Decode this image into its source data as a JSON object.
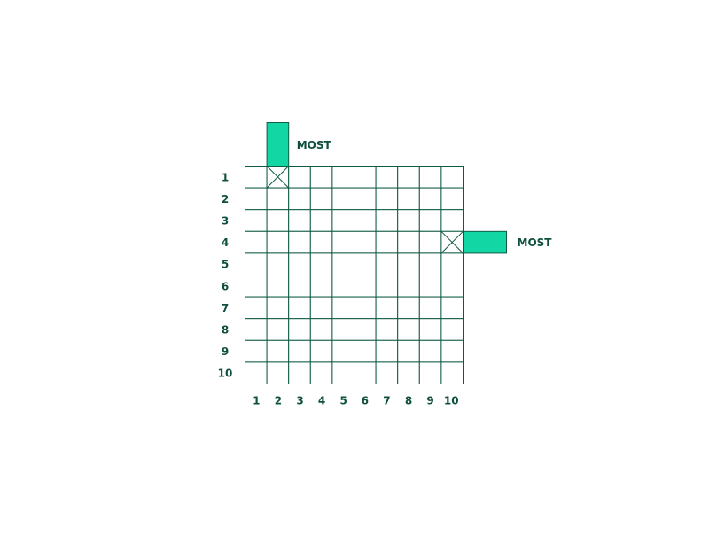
{
  "grid": {
    "rows": 10,
    "cols": 10,
    "row_labels": [
      "1",
      "2",
      "3",
      "4",
      "5",
      "6",
      "7",
      "8",
      "9",
      "10"
    ],
    "col_labels": [
      "1",
      "2",
      "3",
      "4",
      "5",
      "6",
      "7",
      "8",
      "9",
      "10"
    ]
  },
  "markers": [
    {
      "row": 1,
      "col": 2,
      "bar_direction": "up",
      "label": "MOST"
    },
    {
      "row": 4,
      "col": 10,
      "bar_direction": "right",
      "label": "MOST"
    }
  ],
  "colors": {
    "grid_line": "#0f5a45",
    "bar_fill": "#12d6a3",
    "text": "#0f4f3f"
  },
  "icons": {
    "crossed_cell": "x-mark-icon"
  }
}
